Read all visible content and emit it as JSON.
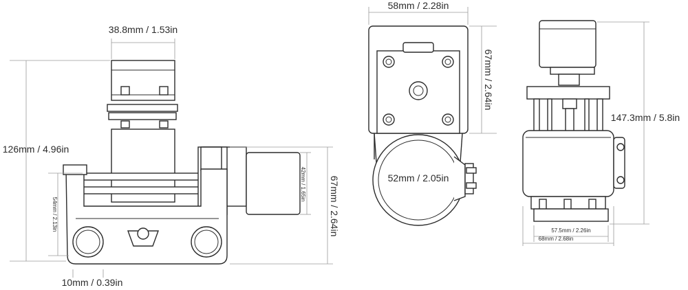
{
  "dimensions": {
    "front_top_width": "38.8mm / 1.53in",
    "front_total_height": "126mm / 4.96in",
    "front_clamp_height": "54mm / 2.13in",
    "front_cylinder_diameter": "42mm / 1.65in",
    "front_body_height": "67mm  /  2.64in",
    "front_rod_offset": "10mm / 0.39in",
    "top_width": "58mm / 2.28in",
    "top_height": "67mm / 2.64in",
    "top_ring_diameter": "52mm / 2.05in",
    "side_total_height": "147.3mm / 5.8in",
    "side_base_inner": "57.5mm / 2.26in",
    "side_base_outer": "68mm / 2.68in"
  },
  "colors": {
    "line": "#2b2b2b",
    "dimension_line": "#9a9a9a",
    "background": "#ffffff"
  }
}
